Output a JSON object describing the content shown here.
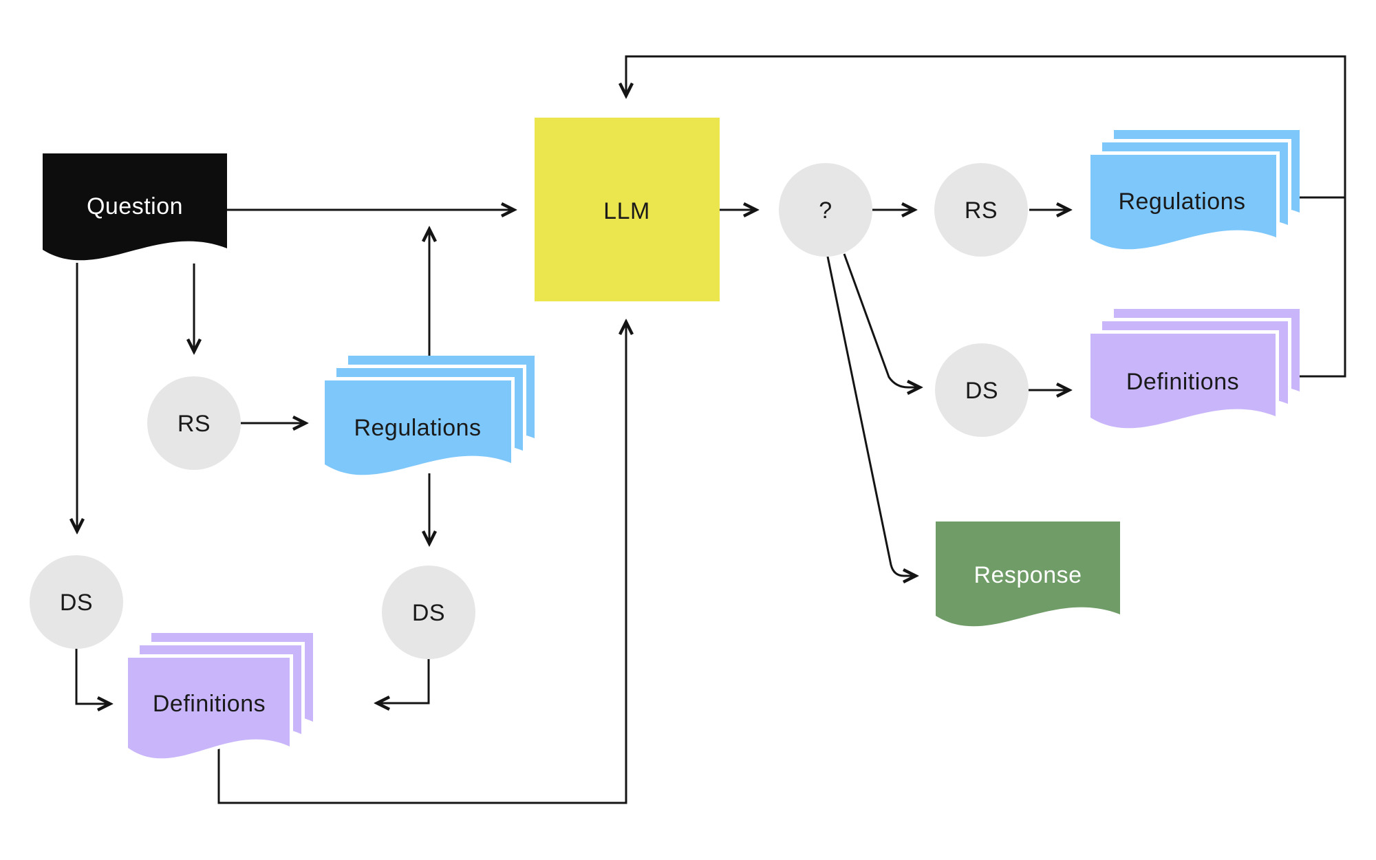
{
  "diagram": {
    "nodes": {
      "question": "Question",
      "llm": "LLM",
      "decision": "?",
      "rs_left": "RS",
      "rs_right": "RS",
      "ds_bottom_left": "DS",
      "ds_bottom_mid": "DS",
      "ds_right": "DS",
      "regulations_left": "Regulations",
      "regulations_right": "Regulations",
      "definitions_left": "Definitions",
      "definitions_right": "Definitions",
      "response": "Response"
    },
    "colors": {
      "question_fill": "#0D0D0D",
      "llm_fill": "#EBE54E",
      "regulations_fill": "#7EC7FA",
      "definitions_fill": "#C9B6FA",
      "response_fill": "#6F9C67",
      "selector_fill": "#E6E6E6",
      "line": "#141414",
      "label_dark": "#1A1A1A",
      "label_light": "#FFFFFF"
    }
  }
}
